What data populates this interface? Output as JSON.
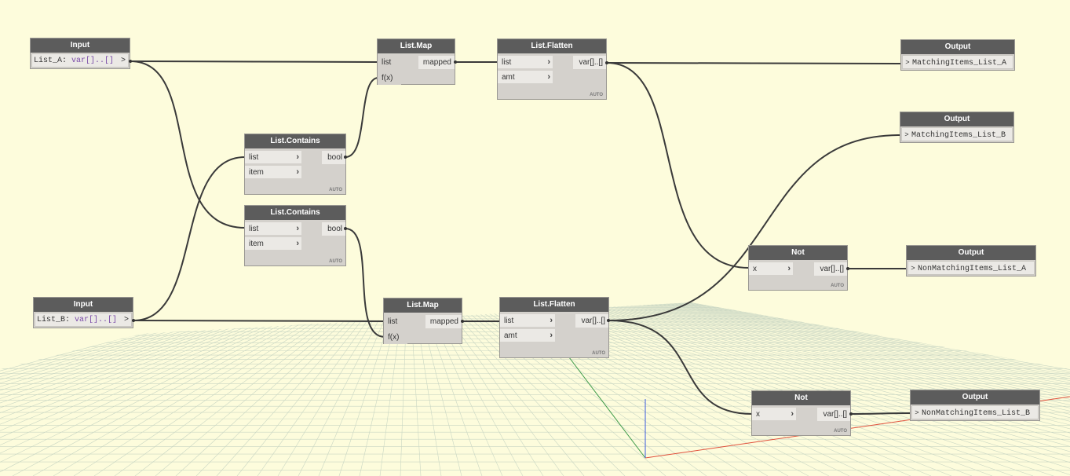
{
  "graph": {
    "inputs": {
      "a": {
        "title": "Input",
        "name": "List_A:",
        "type": "var[]..[]",
        "arrow": ">"
      },
      "b": {
        "title": "Input",
        "name": "List_B:",
        "type": "var[]..[]",
        "arrow": ">"
      }
    },
    "list_map_1": {
      "title": "List.Map",
      "in_list": "list",
      "in_fx": "f(x)",
      "out": "mapped"
    },
    "list_map_2": {
      "title": "List.Map",
      "in_list": "list",
      "in_fx": "f(x)",
      "out": "mapped"
    },
    "flatten_1": {
      "title": "List.Flatten",
      "in_list": "list",
      "in_amt": "amt",
      "out": "var[]..[]",
      "lacing": "AUTO"
    },
    "flatten_2": {
      "title": "List.Flatten",
      "in_list": "list",
      "in_amt": "amt",
      "out": "var[]..[]",
      "lacing": "AUTO"
    },
    "contains_1": {
      "title": "List.Contains",
      "in_list": "list",
      "in_item": "item",
      "out": "bool",
      "lacing": "AUTO"
    },
    "contains_2": {
      "title": "List.Contains",
      "in_list": "list",
      "in_item": "item",
      "out": "bool",
      "lacing": "AUTO"
    },
    "not_1": {
      "title": "Not",
      "in_x": "x",
      "out": "var[]..[]",
      "lacing": "AUTO"
    },
    "not_2": {
      "title": "Not",
      "in_x": "x",
      "out": "var[]..[]",
      "lacing": "AUTO"
    },
    "outputs": {
      "a": {
        "title": "Output",
        "name": "MatchingItems_List_A",
        "arrow": ">"
      },
      "b": {
        "title": "Output",
        "name": "MatchingItems_List_B",
        "arrow": ">"
      },
      "c": {
        "title": "Output",
        "name": "NonMatchingItems_List_A",
        "arrow": ">"
      },
      "d": {
        "title": "Output",
        "name": "NonMatchingItems_List_B",
        "arrow": ">"
      }
    }
  },
  "colors": {
    "background": "#fdfcdc",
    "node_header": "#5c5c5c",
    "node_body": "#d4d1cc",
    "wire": "#3a3a3a",
    "grid": "#c9d6c3",
    "axis_x": "#e0503c",
    "axis_y": "#3c9a48",
    "axis_z": "#3c5ce0"
  },
  "icons": {
    "input_chevron": "chevron-right-icon",
    "output_arrow": "arrow-icon"
  }
}
